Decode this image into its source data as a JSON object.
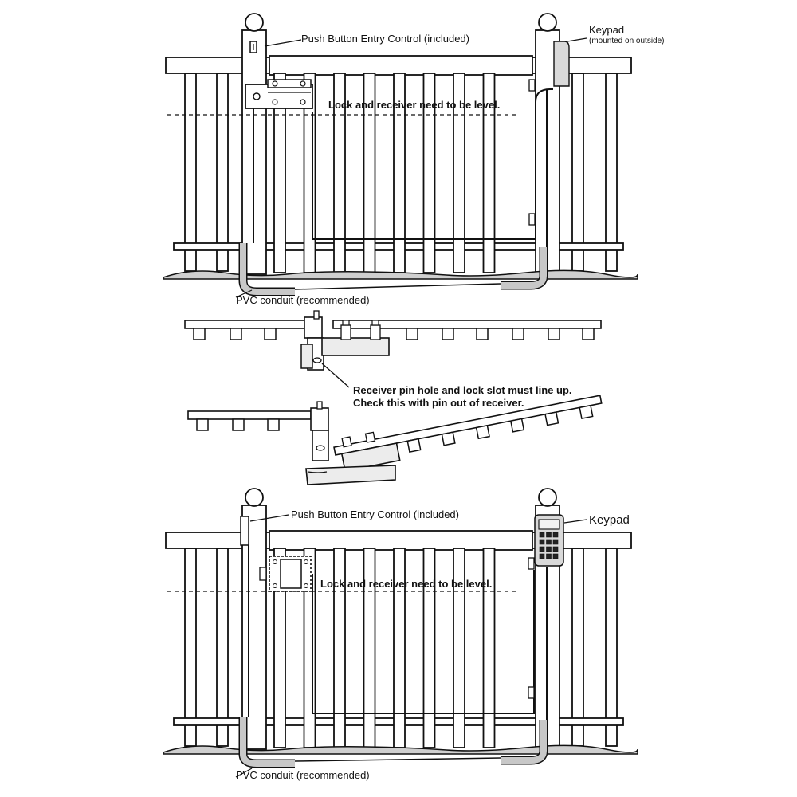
{
  "colors": {
    "ink": "#111111",
    "fence_fill": "#ffffff",
    "conduit_fill": "#c8c8c8",
    "ground_fill": "#cfcfcf",
    "keypad_fill": "#d9d9d9",
    "keypad_face": "#f2f2f2"
  },
  "top_diagram": {
    "push_button_label": "Push Button Entry Control (included)",
    "keypad_label": "Keypad",
    "keypad_sublabel": "(mounted on outside)",
    "level_note": "Lock and receiver need to be level.",
    "conduit_label": "PVC conduit (recommended)"
  },
  "middle_diagram": {
    "note_line_1": "Receiver pin hole and lock slot must line up.",
    "note_line_2": "Check this with pin out of receiver."
  },
  "bottom_diagram": {
    "push_button_label": "Push Button Entry Control (included)",
    "keypad_label": "Keypad",
    "level_note": "Lock and receiver need to be level.",
    "conduit_label": "PVC conduit (recommended)"
  },
  "icons": [
    "post-cap-icon",
    "push-button-icon",
    "keypad-icon",
    "lock-icon",
    "receiver-icon",
    "hinge-icon"
  ]
}
